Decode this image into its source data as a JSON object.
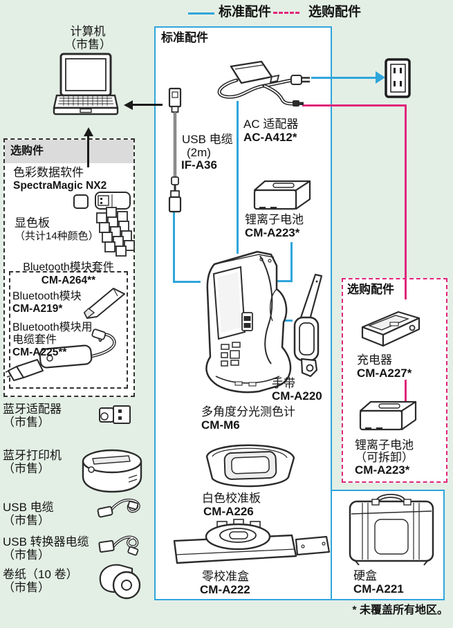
{
  "colors": {
    "accent_blue": "#2FA5DB",
    "accent_pink": "#E0267B",
    "background": "#E3EFE5",
    "header_gray": "#DBDBDB"
  },
  "legend": {
    "standard": "标准配件",
    "optional": "选购配件"
  },
  "computer": {
    "name": "计算机",
    "availability": "（市售）"
  },
  "left_optional_box": {
    "title": "选购件",
    "software_name": "色彩数据软件",
    "software_model": "SpectraMagic NX2",
    "plates_name": "显色板",
    "plates_note": "（共计14种颜色）",
    "bt_kit_name": "Bluetooth模块套件",
    "bt_kit_model": "CM-A264**",
    "bt_module_name": "Bluetooth模块",
    "bt_module_model": "CM-A219*",
    "bt_cable_name_line1": "Bluetooth模块用",
    "bt_cable_name_line2": "电缆套件",
    "bt_cable_model": "CM-A225**"
  },
  "commercial_items": [
    {
      "name": "蓝牙适配器",
      "availability": "（市售）"
    },
    {
      "name": "蓝牙打印机",
      "availability": "（市售）"
    },
    {
      "name": "USB 电缆",
      "availability": "（市售）"
    },
    {
      "name": "USB 转换器电缆",
      "availability": "（市售）"
    },
    {
      "name": "卷纸（10 卷）",
      "availability": "（市售）"
    }
  ],
  "standard_box": {
    "title": "标准配件",
    "usb_cable_name": "USB 电缆",
    "usb_cable_length": "(2m)",
    "usb_cable_model": "IF-A36",
    "ac_adapter_name": "AC 适配器",
    "ac_adapter_model": "AC-A412*",
    "battery_name": "锂离子电池",
    "battery_model": "CM-A223*",
    "device_name": "多角度分光测色计",
    "device_model": "CM-M6",
    "strap_name": "手带",
    "strap_model": "CM-A220",
    "white_plate_name": "白色校准板",
    "white_plate_model": "CM-A226",
    "zero_box_name": "零校准盒",
    "zero_box_model": "CM-A222"
  },
  "right_optional_box": {
    "title": "选购配件",
    "charger_name": "充电器",
    "charger_model": "CM-A227*",
    "battery_name": "锂离子电池",
    "battery_note": "（可拆卸）",
    "battery_model": "CM-A223*"
  },
  "hard_case": {
    "name": "硬盒",
    "model": "CM-A221"
  },
  "footnote": "* 未覆盖所有地区。"
}
